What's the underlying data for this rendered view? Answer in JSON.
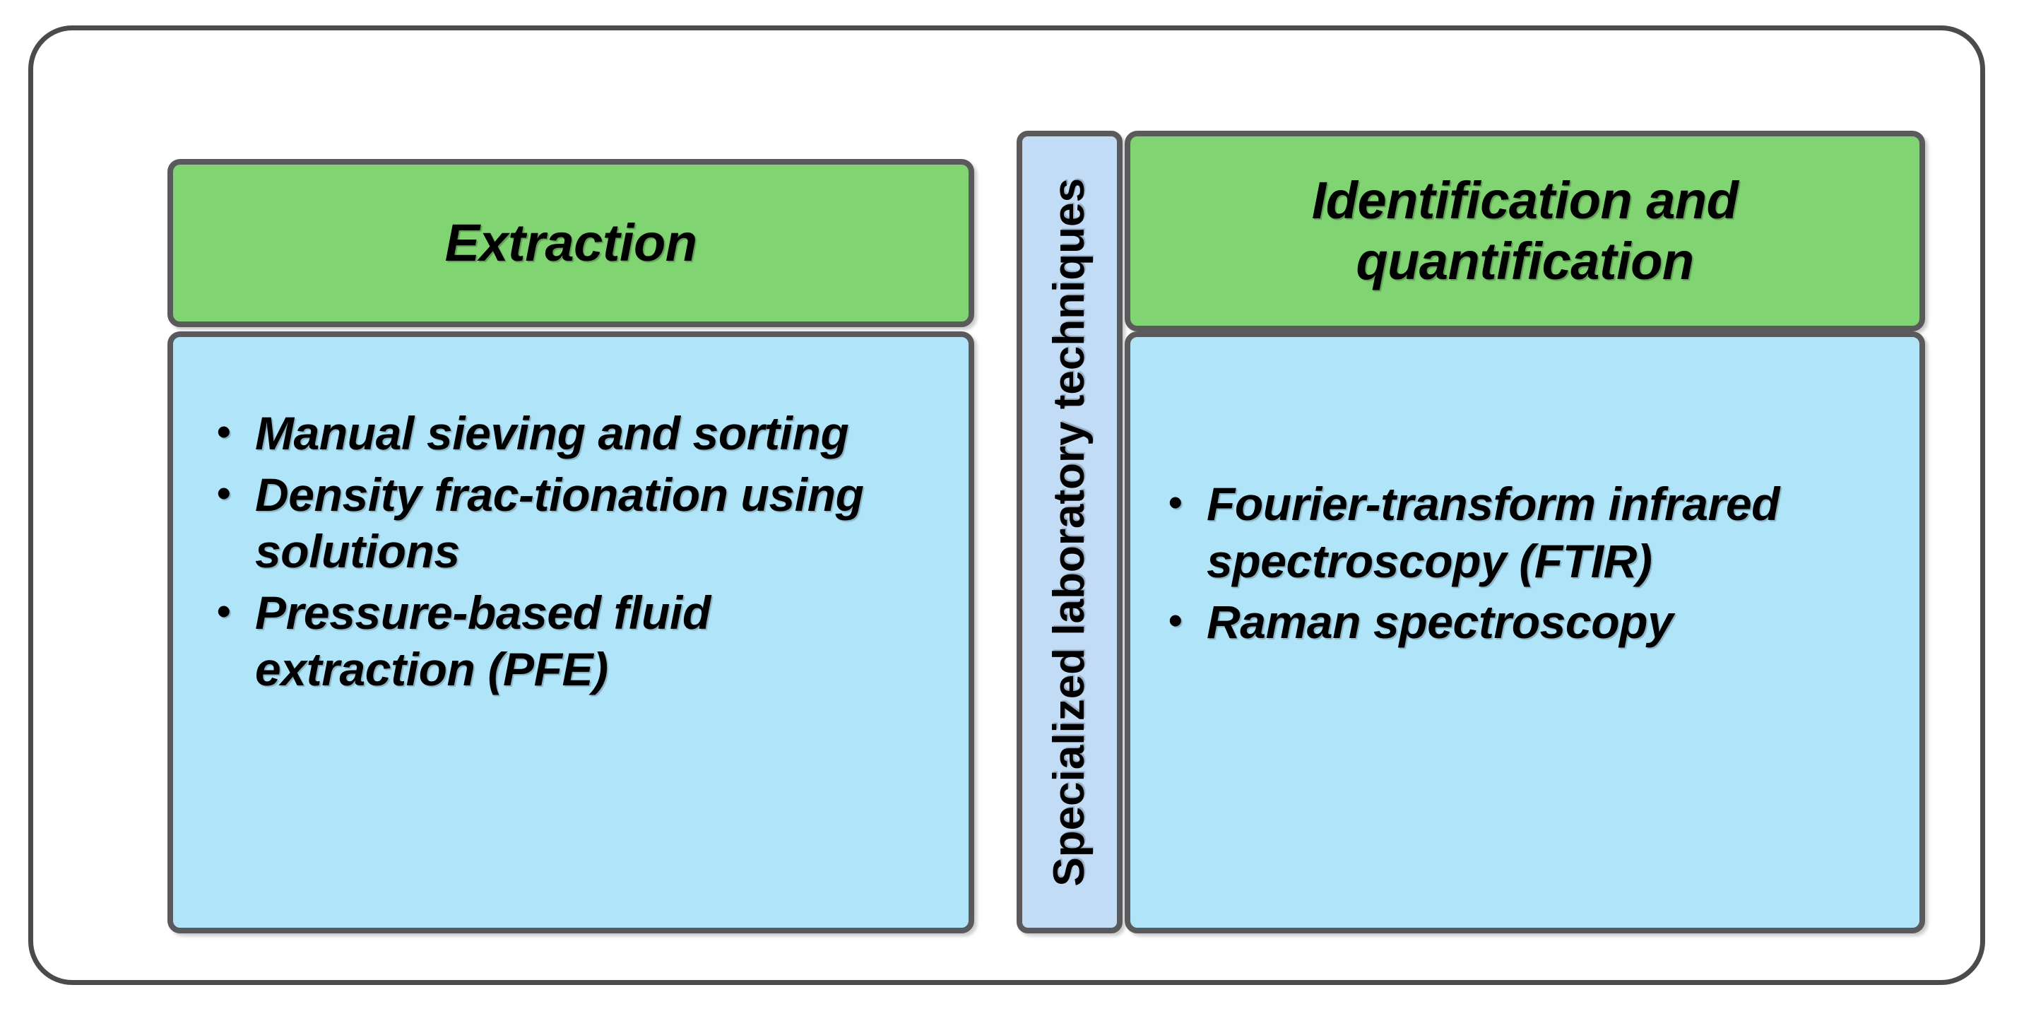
{
  "diagram": {
    "title": "Specialized laboratory techniques",
    "colors": {
      "green_header": "#81d472",
      "blue_body": "#b0e4f9",
      "strip_blue": "#c3dcf6",
      "border_gray": "#5a5a5c",
      "outer_border_gray": "#4b4b4b",
      "text_black": "#000000",
      "page_background": "#ffffff"
    },
    "vertical_label": {
      "text": "Specialized laboratory techniques",
      "orientation": "vertical-bottom-to-top"
    },
    "columns": [
      {
        "id": "extraction",
        "header": "Extraction",
        "bullets": [
          "Manual sieving  and sorting",
          "Density frac-tionation using solutions",
          "Pressure-based fluid extraction (PFE)"
        ]
      },
      {
        "id": "identification-and-quantification",
        "header": "Identification and quantification",
        "bullets": [
          "Fourier-transform infrared spectroscopy (FTIR)",
          "Raman spectroscopy"
        ]
      }
    ]
  }
}
